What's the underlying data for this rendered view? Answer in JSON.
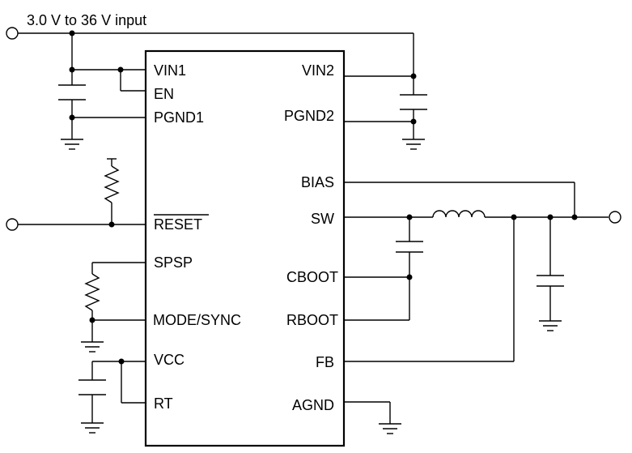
{
  "input_label": "3.0 V to 36 V input",
  "ic": {
    "left_pins": [
      "VIN1",
      "EN",
      "PGND1",
      "RESET",
      "SPSP",
      "MODE/SYNC",
      "VCC",
      "RT"
    ],
    "right_pins": [
      "VIN2",
      "PGND2",
      "BIAS",
      "SW",
      "CBOOT",
      "RBOOT",
      "FB",
      "AGND"
    ]
  },
  "components": [
    "input-terminal",
    "output-terminal",
    "reset-terminal",
    "input-capacitor-left",
    "input-capacitor-right",
    "boot-capacitor",
    "output-capacitor",
    "vcc-capacitor",
    "inductor",
    "reset-pullup-resistor",
    "spsp-mode-resistor"
  ]
}
